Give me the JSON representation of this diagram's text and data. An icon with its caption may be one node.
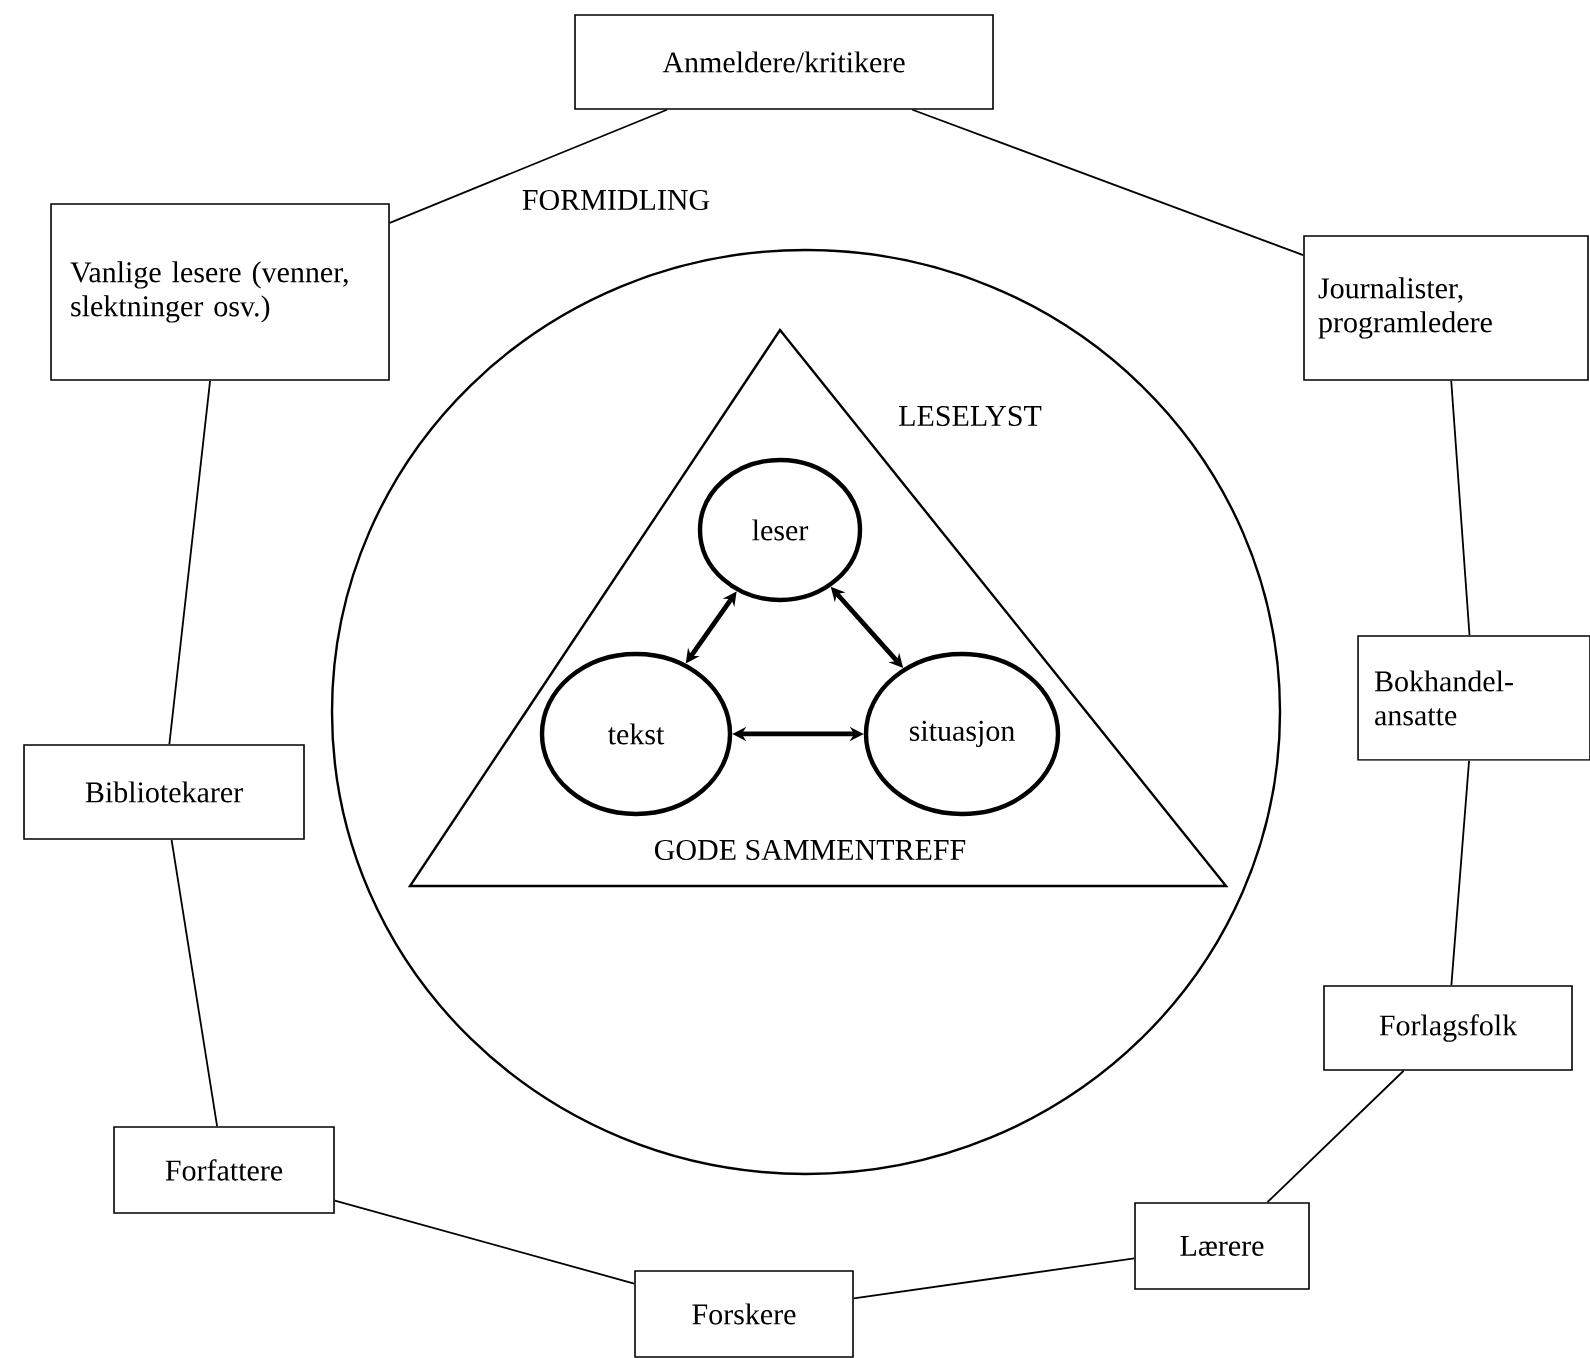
{
  "diagram": {
    "nodes": [
      {
        "text": [
          "Anmeldere/kritikere"
        ]
      },
      {
        "text": [
          "Vanlige lesere (venner, slektninger osv.)"
        ]
      },
      {
        "text": [
          "Journalister, programledere"
        ]
      },
      {
        "text": [
          "LESELYST"
        ]
      },
      {
        "text": [
          "GODE SAMMENTREFF"
        ],
        "in": 3
      },
      {
        "text": [
          "leser"
        ],
        "in": 4
      },
      {
        "text": [
          "tekst"
        ],
        "in": 4
      },
      {
        "text": [
          "situasjon"
        ],
        "in": 4
      },
      {
        "text": [
          "Bokhandel- ansatte"
        ]
      },
      {
        "text": [
          "Bibliotekarer"
        ]
      },
      {
        "text": [
          "Forlagsfolk"
        ]
      },
      {
        "text": [
          "Forfattere"
        ]
      },
      {
        "text": [
          "Lærere"
        ]
      },
      {
        "text": [
          "Forskere"
        ]
      }
    ],
    "edges": [
      {
        "from": 0,
        "to": 2,
        "arrow": "none"
      },
      {
        "from": 2,
        "to": 8,
        "arrow": "none"
      },
      {
        "from": 8,
        "to": 10,
        "arrow": "none"
      },
      {
        "from": 10,
        "to": 12,
        "arrow": "none"
      },
      {
        "from": 12,
        "to": 13,
        "arrow": "none"
      },
      {
        "from": 13,
        "to": 11,
        "arrow": "none"
      },
      {
        "from": 11,
        "to": 9,
        "arrow": "none"
      },
      {
        "from": 9,
        "to": 1,
        "arrow": "none"
      },
      {
        "from": 1,
        "to": 0,
        "arrow": "none"
      },
      {
        "from": 5,
        "to": 6,
        "arrow": "both",
        "style": "thick"
      },
      {
        "from": 5,
        "to": 7,
        "arrow": "both",
        "style": "thick"
      },
      {
        "from": 6,
        "to": 7,
        "arrow": "both",
        "style": "thick"
      }
    ],
    "labels": [
      "FORMIDLING"
    ]
  }
}
